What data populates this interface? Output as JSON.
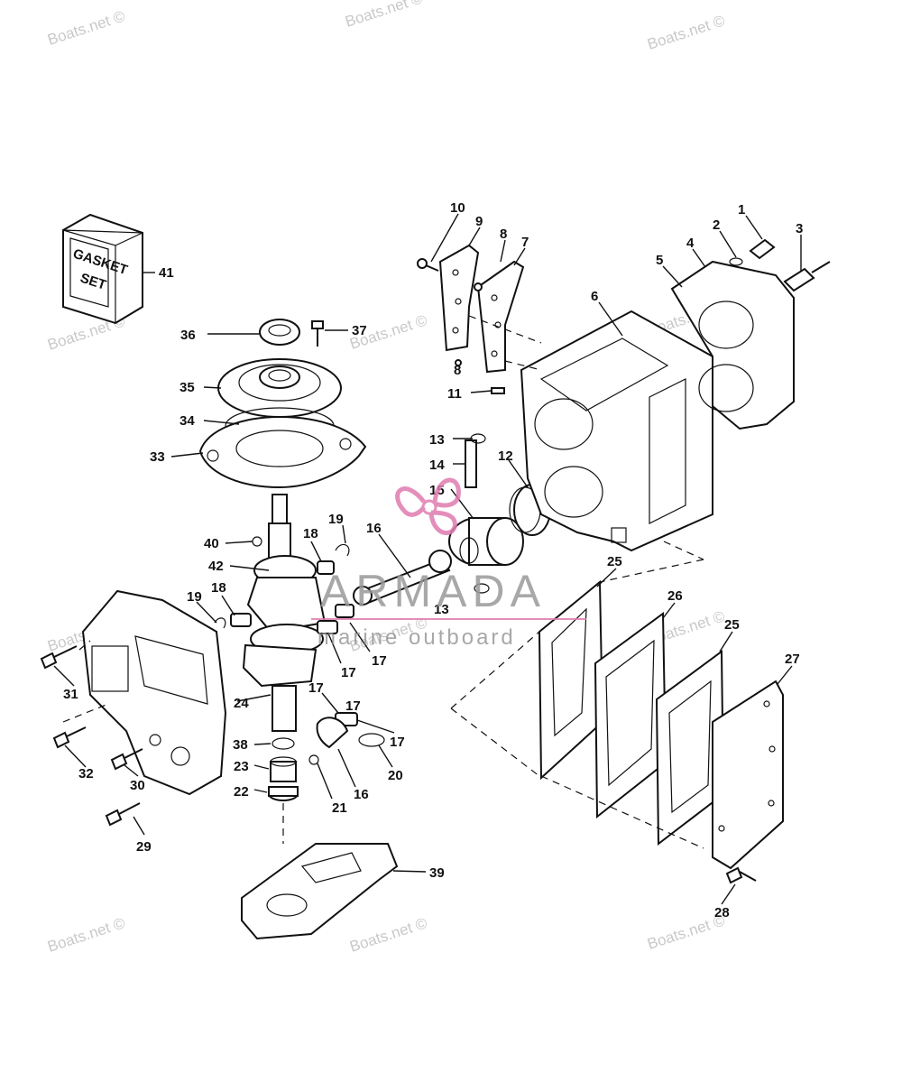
{
  "watermarks": {
    "text": "Boats.net ©",
    "items": [
      "Boats.net ©",
      "Boats.net ©",
      "Boats.net ©",
      "Boats.net ©",
      "Boats.net ©",
      "Boats.net ©",
      "Boats.net ©",
      "Boats.net ©",
      "Boats.net ©",
      "Boats.net ©",
      "Boats.net ©",
      "Boats.net ©"
    ]
  },
  "brand": {
    "name": "ARMADA",
    "tagline": "marine outboard",
    "logo_color": "#e07bb0"
  },
  "gasket_box": {
    "line1": "GASKET",
    "line2": "SET"
  },
  "callouts": [
    "1",
    "2",
    "3",
    "4",
    "5",
    "6",
    "7",
    "8",
    "8",
    "9",
    "10",
    "11",
    "12",
    "13",
    "13",
    "14",
    "15",
    "16",
    "16",
    "17",
    "17",
    "17",
    "17",
    "17",
    "18",
    "18",
    "19",
    "19",
    "20",
    "21",
    "22",
    "23",
    "24",
    "25",
    "25",
    "26",
    "27",
    "28",
    "29",
    "30",
    "31",
    "32",
    "33",
    "34",
    "35",
    "36",
    "37",
    "38",
    "39",
    "40",
    "41",
    "42"
  ],
  "colors": {
    "ink": "#111111",
    "watermark": "#c9c9c9",
    "background": "#ffffff"
  }
}
